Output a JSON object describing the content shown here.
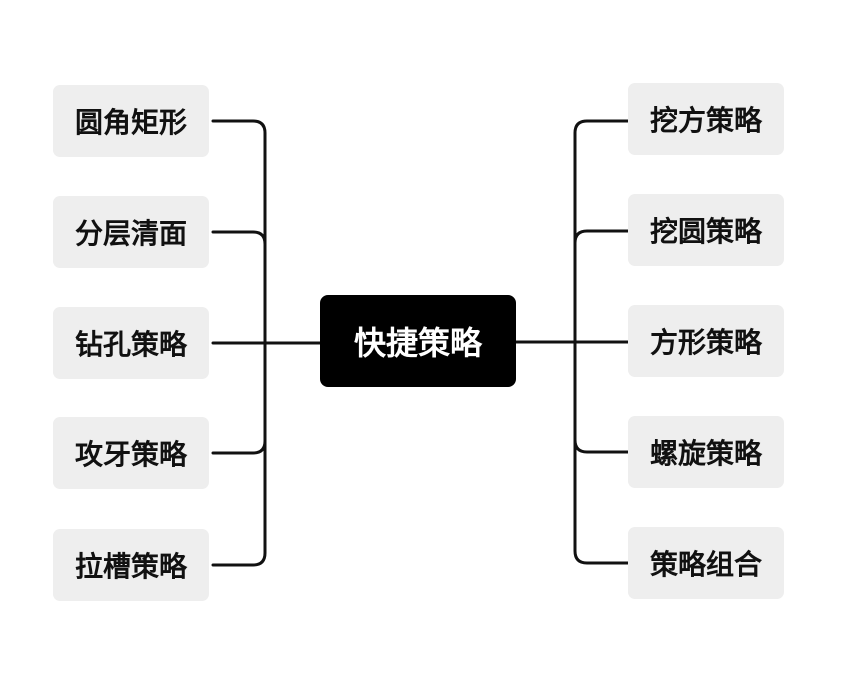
{
  "center": {
    "label": "快捷策略"
  },
  "left_nodes": [
    {
      "label": "圆角矩形"
    },
    {
      "label": "分层清面"
    },
    {
      "label": "钻孔策略"
    },
    {
      "label": "攻牙策略"
    },
    {
      "label": "拉槽策略"
    }
  ],
  "right_nodes": [
    {
      "label": "挖方策略"
    },
    {
      "label": "挖圆策略"
    },
    {
      "label": "方形策略"
    },
    {
      "label": "螺旋策略"
    },
    {
      "label": "策略组合"
    }
  ],
  "colors": {
    "center_bg": "#000000",
    "center_text": "#ffffff",
    "node_bg": "#eeeeee",
    "node_text": "#111111",
    "line": "#111111"
  }
}
